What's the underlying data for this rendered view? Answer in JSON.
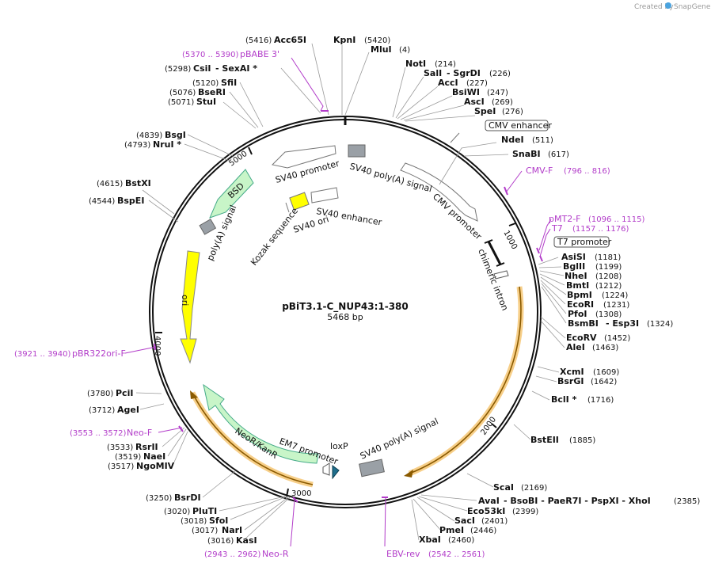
{
  "brand": {
    "created_by": "Created by",
    "name": "SnapGene"
  },
  "plasmid": {
    "name": "pBiT3.1-C_NUP43:1-380",
    "length_label": "5468 bp",
    "length": 5468
  },
  "tick_labels": [
    "1000",
    "2000",
    "3000",
    "4000",
    "5000"
  ],
  "enzymes": [
    {
      "name": "KpnI",
      "pos": "(5420)"
    },
    {
      "name": "Acc65I",
      "pos": "(5416)"
    },
    {
      "name": "MluI",
      "pos": "(4)"
    },
    {
      "name": "NotI",
      "pos": "(214)"
    },
    {
      "name": "SalI",
      "pos": "(226)",
      "extra": "- SgrDI"
    },
    {
      "name": "AccI",
      "pos": "(227)"
    },
    {
      "name": "BsiWI",
      "pos": "(247)"
    },
    {
      "name": "AscI",
      "pos": "(269)"
    },
    {
      "name": "SpeI",
      "pos": "(276)"
    },
    {
      "name": "NdeI",
      "pos": "(511)"
    },
    {
      "name": "SnaBI",
      "pos": "(617)"
    },
    {
      "name": "AsiSI",
      "pos": "(1181)"
    },
    {
      "name": "BglII",
      "pos": "(1199)"
    },
    {
      "name": "NheI",
      "pos": "(1208)"
    },
    {
      "name": "BmtI",
      "pos": "(1212)"
    },
    {
      "name": "BpmI",
      "pos": "(1224)"
    },
    {
      "name": "EcoRI",
      "pos": "(1231)"
    },
    {
      "name": "PfoI",
      "pos": "(1308)"
    },
    {
      "name": "BsmBI",
      "pos": "(1324)",
      "extra": "- Esp3I"
    },
    {
      "name": "EcoRV",
      "pos": "(1452)"
    },
    {
      "name": "AleI",
      "pos": "(1463)"
    },
    {
      "name": "XcmI",
      "pos": "(1609)"
    },
    {
      "name": "BsrGI",
      "pos": "(1642)"
    },
    {
      "name": "BclI *",
      "pos": "(1716)"
    },
    {
      "name": "BstEII",
      "pos": "(1885)"
    },
    {
      "name": "ScaI",
      "pos": "(2169)"
    },
    {
      "name": "AvaI",
      "pos": "(2385)",
      "extra": "- BsoBI - PaeR7I - PspXI - XhoI"
    },
    {
      "name": "Eco53kI",
      "pos": "(2399)"
    },
    {
      "name": "SacI",
      "pos": "(2401)"
    },
    {
      "name": "PmeI",
      "pos": "(2446)"
    },
    {
      "name": "XbaI",
      "pos": "(2460)"
    },
    {
      "name": "KasI",
      "pos": "(3016)"
    },
    {
      "name": "NarI",
      "pos": "(3017)"
    },
    {
      "name": "SfoI",
      "pos": "(3018)"
    },
    {
      "name": "PluTI",
      "pos": "(3020)"
    },
    {
      "name": "BsrDI",
      "pos": "(3250)"
    },
    {
      "name": "NgoMIV",
      "pos": "(3517)"
    },
    {
      "name": "NaeI",
      "pos": "(3519)"
    },
    {
      "name": "RsrII",
      "pos": "(3533)"
    },
    {
      "name": "AgeI",
      "pos": "(3712)"
    },
    {
      "name": "PciI",
      "pos": "(3780)"
    },
    {
      "name": "BspEI",
      "pos": "(4544)"
    },
    {
      "name": "BstXI",
      "pos": "(4615)"
    },
    {
      "name": "NruI *",
      "pos": "(4793)"
    },
    {
      "name": "BsgI",
      "pos": "(4839)"
    },
    {
      "name": "StuI",
      "pos": "(5071)"
    },
    {
      "name": "BseRI",
      "pos": "(5076)"
    },
    {
      "name": "SfiI",
      "pos": "(5120)"
    },
    {
      "name": "CsiI",
      "pos": "(5298)",
      "extra": "- SexAI *"
    }
  ],
  "primers": [
    {
      "name": "pBABE 3'",
      "range": "(5370 .. 5390)"
    },
    {
      "name": "CMV-F",
      "range": "(796 .. 816)"
    },
    {
      "name": "pMT2-F",
      "range": "(1096 .. 1115)"
    },
    {
      "name": "T7",
      "range": "(1157 .. 1176)"
    },
    {
      "name": "EBV-rev",
      "range": "(2542 .. 2561)"
    },
    {
      "name": "Neo-R",
      "range": "(2943 .. 2962)"
    },
    {
      "name": "Neo-F",
      "range": "(3553 .. 3572)"
    },
    {
      "name": "pBR322ori-F",
      "range": "(3921 .. 3940)"
    }
  ],
  "boxed_features": [
    "CMV enhancer",
    "T7 promoter"
  ],
  "features": [
    {
      "name": "SV40 poly(A) signal"
    },
    {
      "name": "CMV promoter"
    },
    {
      "name": "chimeric intron"
    },
    {
      "name": "SV40 promoter"
    },
    {
      "name": "SV40 enhancer"
    },
    {
      "name": "SV40 ori"
    },
    {
      "name": "Kozak sequence"
    },
    {
      "name": "BSD"
    },
    {
      "name": "poly(A) signal"
    },
    {
      "name": "ori"
    },
    {
      "name": "NeoR/KanR"
    },
    {
      "name": "EM7 promoter"
    },
    {
      "name": "loxP"
    },
    {
      "name": "SV40 poly(A) signal"
    }
  ],
  "colors": {
    "backbone": "#111111",
    "primer": "#b23cc9",
    "resistance": "#c8f5c8",
    "ori": "#ffff00",
    "orf_glow": "#f5c36b",
    "gray_feature": "#9aa0a6"
  }
}
